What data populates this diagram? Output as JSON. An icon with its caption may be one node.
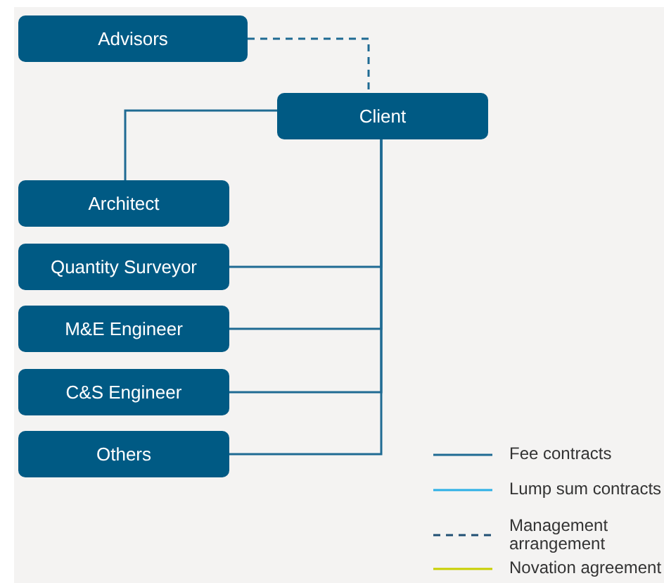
{
  "diagram": {
    "nodes": [
      {
        "text": [
          "Advisors"
        ]
      },
      {
        "text": [
          "Client"
        ]
      },
      {
        "text": [
          "Architect"
        ]
      },
      {
        "text": [
          "Quantity Surveyor"
        ]
      },
      {
        "text": [
          "M&E Engineer"
        ]
      },
      {
        "text": [
          "C&S Engineer"
        ]
      },
      {
        "text": [
          "Others"
        ]
      }
    ],
    "edges": [
      {
        "from": 0,
        "to": 1,
        "arrow": "none",
        "style": "dashed"
      },
      {
        "from": 1,
        "to": 2,
        "arrow": "none"
      },
      {
        "from": 1,
        "to": 3,
        "arrow": "none"
      },
      {
        "from": 1,
        "to": 4,
        "arrow": "none"
      },
      {
        "from": 1,
        "to": 5,
        "arrow": "none"
      },
      {
        "from": 1,
        "to": 6,
        "arrow": "none"
      }
    ],
    "legend": [
      {
        "text": "Fee contracts"
      },
      {
        "text": "Lump sum contracts"
      },
      {
        "text": "Management arrangement"
      },
      {
        "text": "Novation agreement"
      }
    ]
  }
}
